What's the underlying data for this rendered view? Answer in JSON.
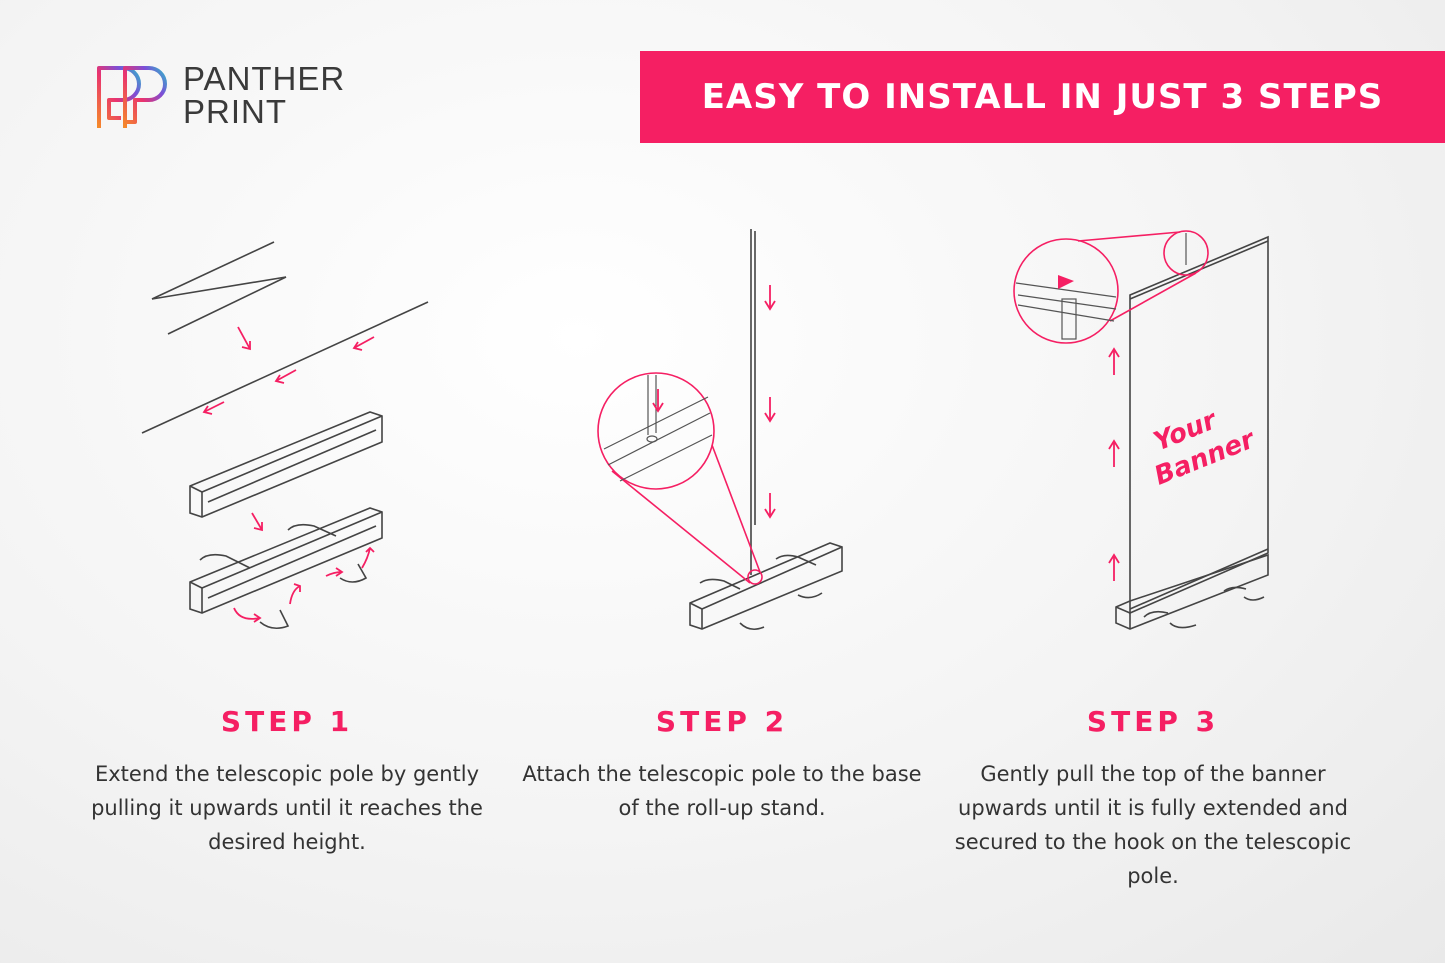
{
  "brand": {
    "line1": "PANTHER",
    "line2": "PRINT",
    "logo_colors": [
      "#f58a2a",
      "#e9336f",
      "#7b4fd8",
      "#2fb9c8"
    ]
  },
  "header": {
    "title": "EASY TO INSTALL IN JUST 3 STEPS"
  },
  "accent_color": "#f51f63",
  "steps": [
    {
      "title": "STEP 1",
      "description": "Extend the telescopic pole by gently pulling it upwards until it reaches the desired height."
    },
    {
      "title": "STEP 2",
      "description": "Attach the telescopic pole to the base of the roll-up stand."
    },
    {
      "title": "STEP 3",
      "description": "Gently pull the top of the banner upwards until it is fully extended and secured to the hook on the telescopic pole."
    }
  ],
  "banner_label": {
    "line1": "Your",
    "line2": "Banner"
  }
}
